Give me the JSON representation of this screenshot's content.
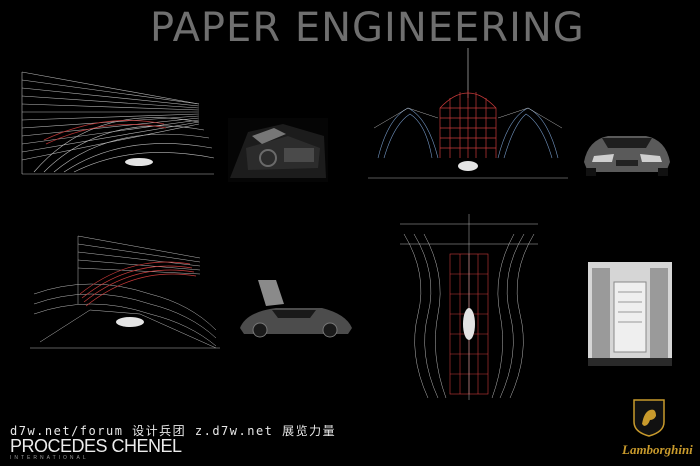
{
  "page": {
    "title": "PAPER ENGINEERING"
  },
  "watermark": {
    "text": "d7w.net/forum 设计兵团 z.d7w.net 展览力量"
  },
  "brand": {
    "name": "PROCEDES CHENEL",
    "subtitle": "INTERNATIONAL"
  },
  "logo": {
    "wordmark": "Lamborghini"
  },
  "colors": {
    "background": "#000000",
    "title": "#6f6f6f",
    "wire_white": "#d9d9d9",
    "wire_blue": "#7fa6d8",
    "wire_red": "#c83a3a",
    "gold": "#c89a2c"
  },
  "panels": [
    {
      "name": "side-wireframe-panel",
      "icon": "wireframe-render"
    },
    {
      "name": "car-interior-panel",
      "icon": "car-photo"
    },
    {
      "name": "front-tunnel-wireframe-panel",
      "icon": "wireframe-render"
    },
    {
      "name": "car-front-panel",
      "icon": "car-photo"
    },
    {
      "name": "perspective-wireframe-panel",
      "icon": "wireframe-render"
    },
    {
      "name": "car-scissor-doors-panel",
      "icon": "car-photo"
    },
    {
      "name": "top-view-wireframe-panel",
      "icon": "wireframe-render"
    },
    {
      "name": "engine-bay-panel",
      "icon": "car-photo"
    }
  ]
}
